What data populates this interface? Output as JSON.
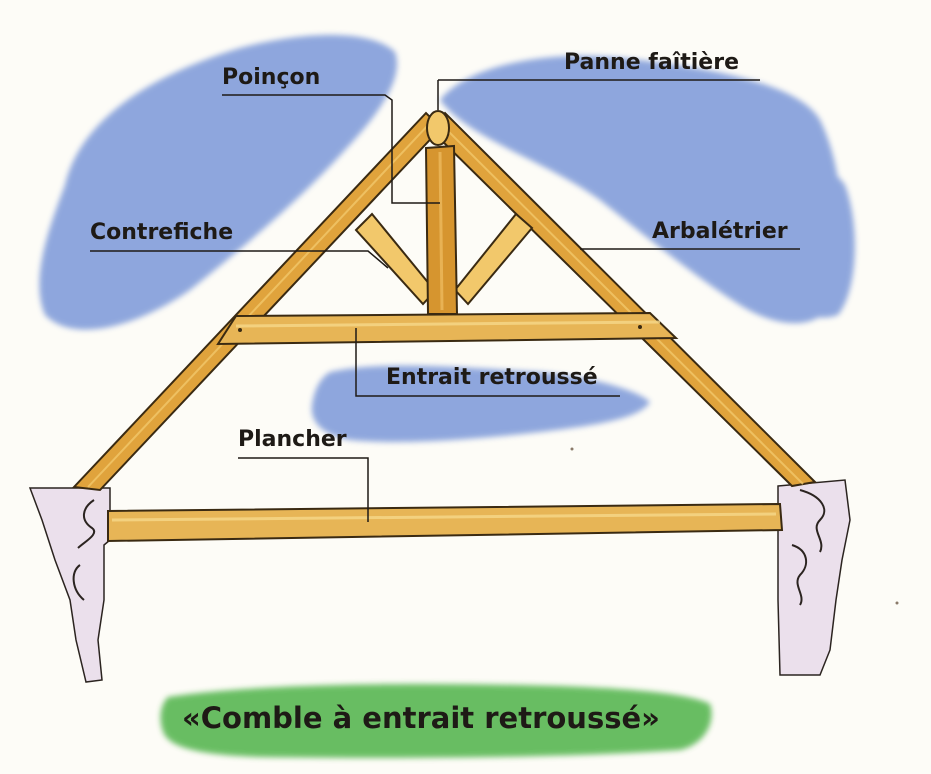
{
  "labels": {
    "poincon": "Poinçon",
    "panne_faitiere": "Panne faîtière",
    "contrefiche": "Contrefiche",
    "arbaletrier": "Arbalétrier",
    "entrait_retrousse": "Entrait retroussé",
    "plancher": "Plancher"
  },
  "caption": "«Comble à entrait retroussé»",
  "colors": {
    "sky": "#6f8fd6",
    "timber": "#e0a33c",
    "timber_light": "#f2c86b",
    "outline": "#3a2a12",
    "caption_band": "#4fb34a",
    "wall": "#ebe0ec"
  }
}
